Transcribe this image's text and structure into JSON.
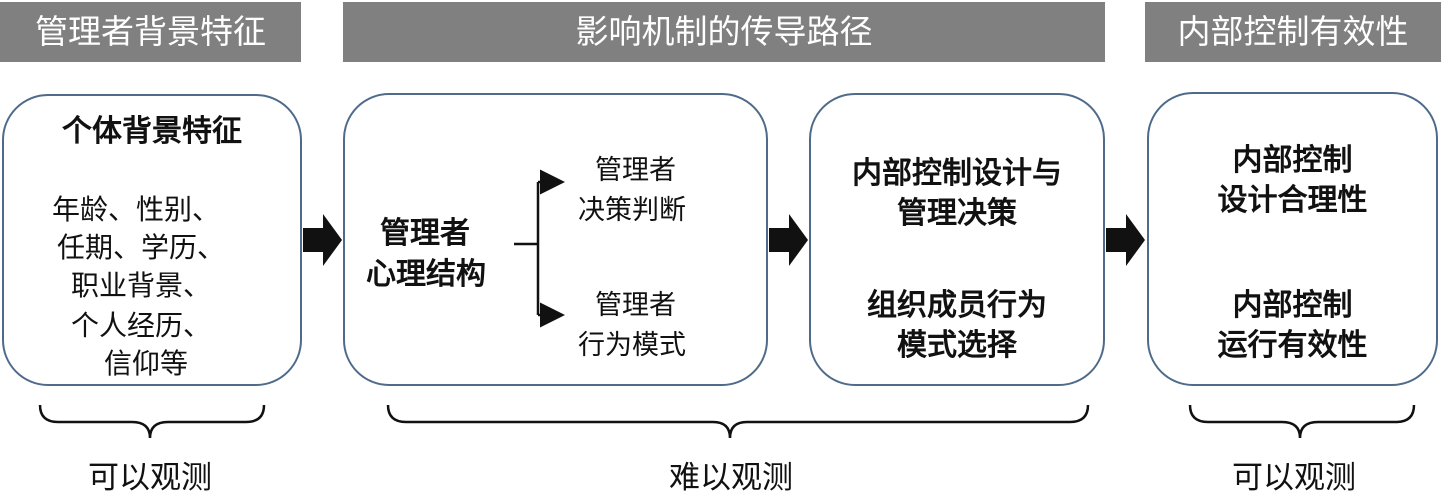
{
  "headers": {
    "col1": "管理者背景特征",
    "col2": "影响机制的传导路径",
    "col3": "内部控制有效性"
  },
  "box1": {
    "title": "个体背景特征",
    "lines": [
      "年龄、性别、",
      "任期、学历、",
      "职业背景、",
      "个人经历、",
      "信仰等"
    ]
  },
  "box2": {
    "main": [
      "管理者",
      "心理结构"
    ],
    "branch_top": [
      "管理者",
      "决策判断"
    ],
    "branch_bottom": [
      "管理者",
      "行为模式"
    ]
  },
  "box3": {
    "top": [
      "内部控制设计与",
      "管理决策"
    ],
    "bottom": [
      "组织成员行为",
      "模式选择"
    ]
  },
  "box4": {
    "top": [
      "内部控制",
      "设计合理性"
    ],
    "bottom": [
      "内部控制",
      "运行有效性"
    ]
  },
  "labels": {
    "left": "可以观测",
    "middle": "难以观测",
    "right": "可以观测"
  },
  "colors": {
    "header_bg": "#808080",
    "box_border": "#4f6b8a",
    "arrow": "#111111"
  }
}
